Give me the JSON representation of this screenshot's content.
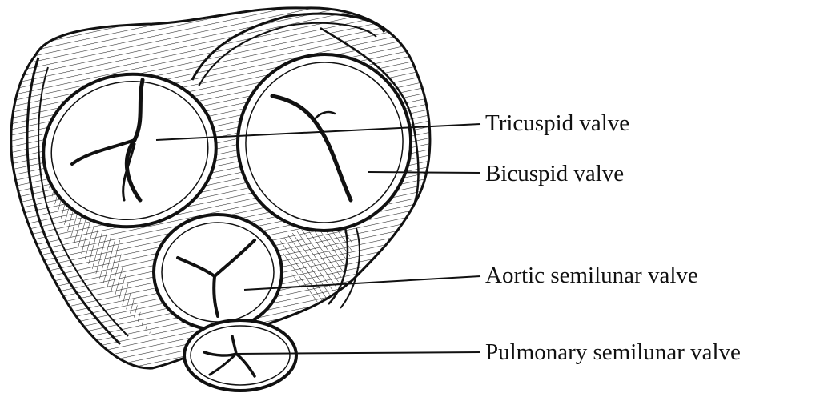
{
  "labels": {
    "tricuspid": "Tricuspid valve",
    "bicuspid": "Bicuspid valve",
    "aortic": "Aortic semilunar valve",
    "pulmonary": "Pulmonary semilunar valve"
  },
  "colors": {
    "ink": "#111111",
    "paper": "#ffffff"
  }
}
